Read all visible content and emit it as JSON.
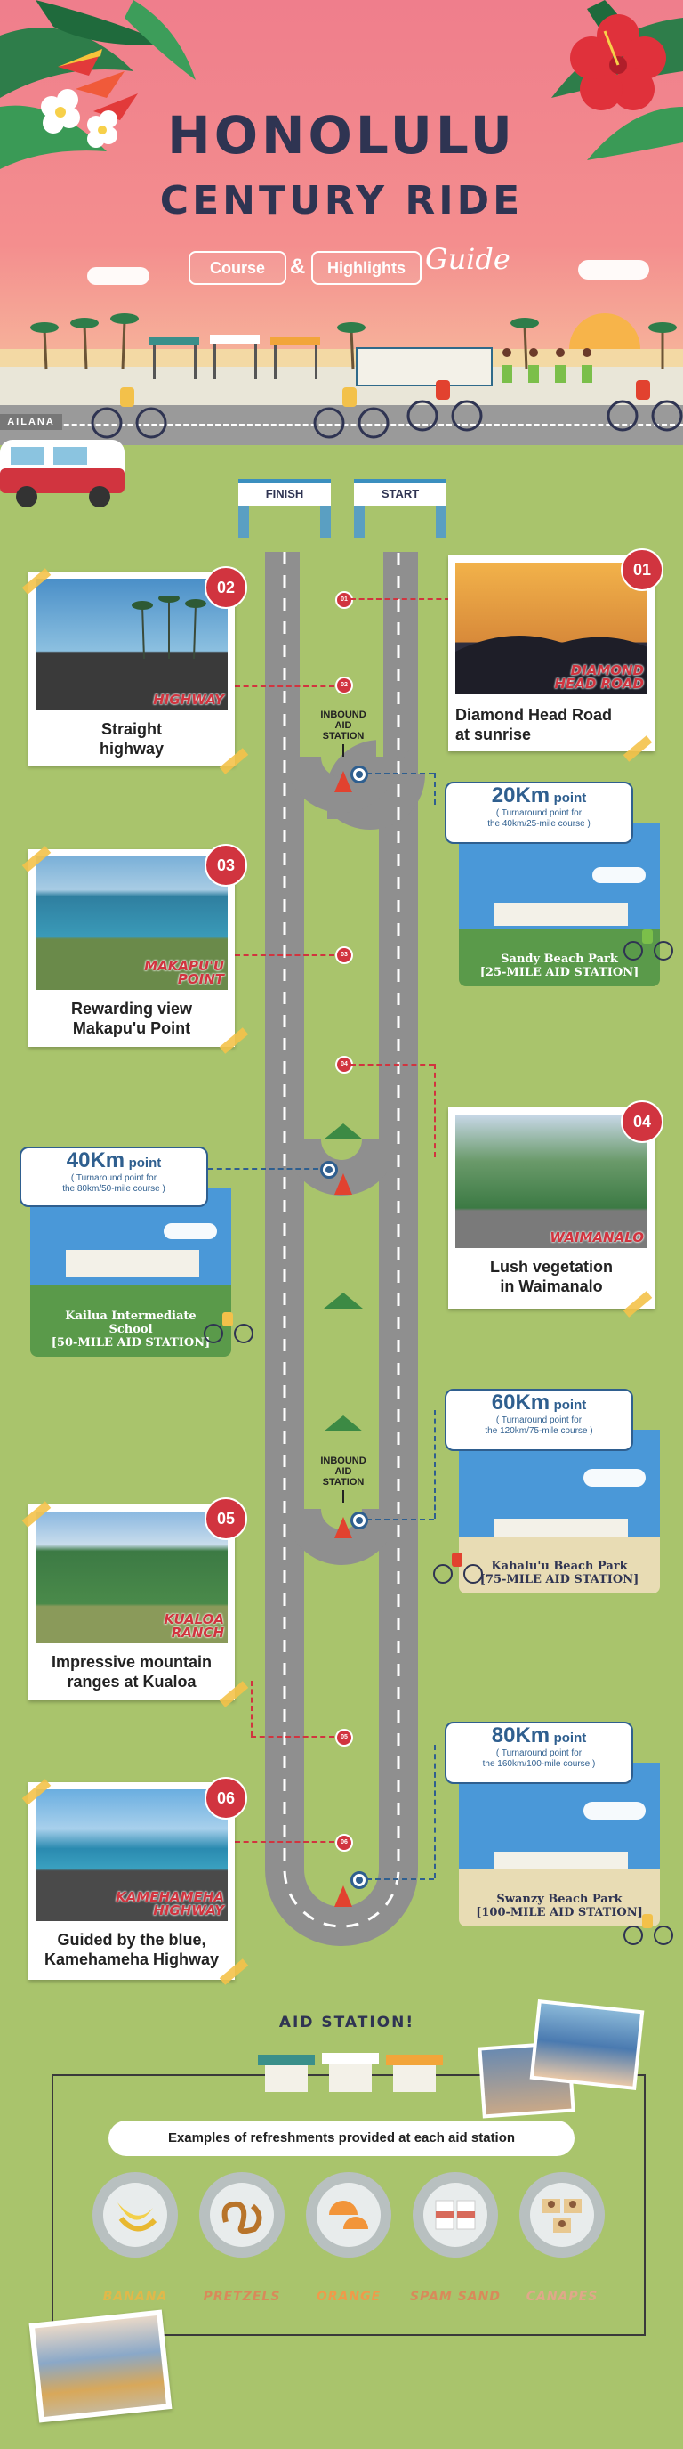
{
  "header": {
    "title_line1": "HONOLULU",
    "title_line2": "CENTURY RIDE",
    "course_pill": "Course",
    "ampersand": "&",
    "highlights_pill": "Highlights",
    "guide_script": "Guide",
    "shop_sign": "AILANA"
  },
  "gates": {
    "finish": "FINISH",
    "start": "START"
  },
  "markers": [
    "01",
    "02",
    "03",
    "04",
    "05",
    "06"
  ],
  "inbound_label": "INBOUND\nAID\nSTATION",
  "highlights": [
    {
      "num": "01",
      "photo_label": "DIAMOND\nHEAD ROAD",
      "caption": "Diamond Head Road\nat sunrise"
    },
    {
      "num": "02",
      "photo_label": "HIGHWAY",
      "caption": "Straight\nhighway"
    },
    {
      "num": "03",
      "photo_label": "MAKAPU'U\nPOINT",
      "caption": "Rewarding view\nMakapu'u Point"
    },
    {
      "num": "04",
      "photo_label": "WAIMANALO",
      "caption": "Lush vegetation\nin Waimanalo"
    },
    {
      "num": "05",
      "photo_label": "KUALOA\nRANCH",
      "caption": "Impressive mountain\nranges at Kualoa"
    },
    {
      "num": "06",
      "photo_label": "KAMEHAMEHA\nHIGHWAY",
      "caption": "Guided by the blue,\nKamehameha Highway"
    }
  ],
  "points": [
    {
      "km": "20Km",
      "word": "point",
      "note": "( Turnaround point for\nthe 40km/25-mile course )",
      "place": "Sandy Beach Park\n[25-MILE AID STATION]"
    },
    {
      "km": "40Km",
      "word": "point",
      "note": "( Turnaround point for\nthe 80km/50-mile course )",
      "place": "Kailua Intermediate\nSchool\n[50-MILE AID STATION]"
    },
    {
      "km": "60Km",
      "word": "point",
      "note": "( Turnaround point for\nthe 120km/75-mile course )",
      "place": "Kahalu'u Beach Park\n[75-MILE AID STATION]"
    },
    {
      "km": "80Km",
      "word": "point",
      "note": "( Turnaround point for\nthe 160km/100-mile course )",
      "place": "Swanzy Beach Park\n[100-MILE AID STATION]"
    }
  ],
  "aid": {
    "title": "AID STATION!",
    "subtitle": "Examples of refreshments provided at each aid station",
    "foods": [
      "BANANA",
      "PRETZELS",
      "ORANGE",
      "SPAM SAND",
      "CANAPES"
    ]
  },
  "colors": {
    "accent_red": "#d1343f",
    "navy": "#2f3452",
    "point_blue": "#2f5f8f",
    "grass": "#a9c46c",
    "road": "#8f8f8f"
  }
}
